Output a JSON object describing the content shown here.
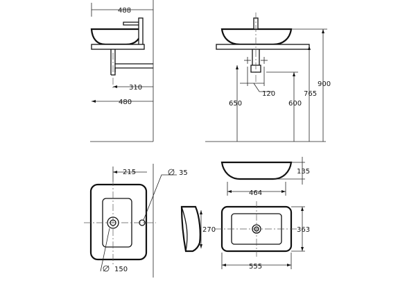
{
  "dimensions": {
    "side_overall_width": "488",
    "side_drain_offset": "310",
    "side_depth": "480",
    "front_drain_spacing": "120",
    "front_height_650": "650",
    "front_height_600": "600",
    "front_height_765": "765",
    "front_height_900": "900",
    "top_drain_offset": "215",
    "top_hole_dia": "35",
    "top_drain_dia": "150",
    "elev_height": "135",
    "elev_inner_width": "464",
    "plan_inner_length": "270",
    "plan_width": "363",
    "plan_length": "555"
  },
  "symbols": {
    "diameter_glyph": "∅"
  }
}
